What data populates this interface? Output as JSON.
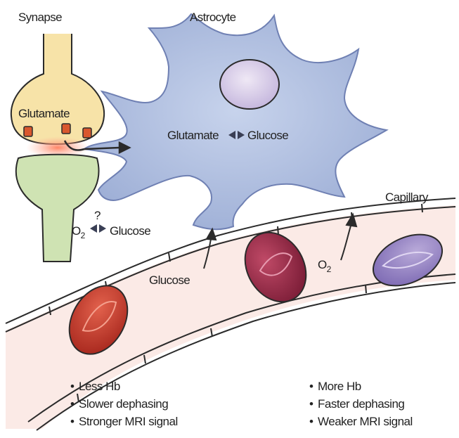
{
  "labels": {
    "synapse": "Synapse",
    "astrocyte": "Astrocyte",
    "glutamate_vesicle": "Glutamate",
    "glutamate_flow": "Glutamate",
    "glucose_flow": "Glucose",
    "question_mark": "?",
    "oxygen": "O",
    "oxygen_sub": "2",
    "glucose_exchange": "Glucose",
    "capillary": "Capillary",
    "glucose_capillary": "Glucose",
    "oxygen_capillary": "O",
    "oxygen_capillary_sub": "2"
  },
  "legend_left": {
    "items": [
      "Less Hb",
      "Slower dephasing",
      "Stronger MRI signal"
    ]
  },
  "legend_right": {
    "items": [
      "More Hb",
      "Faster dephasing",
      "Weaker MRI signal"
    ]
  },
  "colors": {
    "astrocyte": "#a9b9dc",
    "astrocyte_stroke": "#6f80b3",
    "nucleus": "#ddd1ea",
    "presynaptic": "#f7e3a8",
    "postsynaptic": "#cfe3b3",
    "vesicle": "#d9572e",
    "capillary_fill": "#fbeae6",
    "rbc_oxy": "#c53a2c",
    "rbc_deoxy": "#9a2845",
    "rbc_purple": "#9a88c5"
  }
}
